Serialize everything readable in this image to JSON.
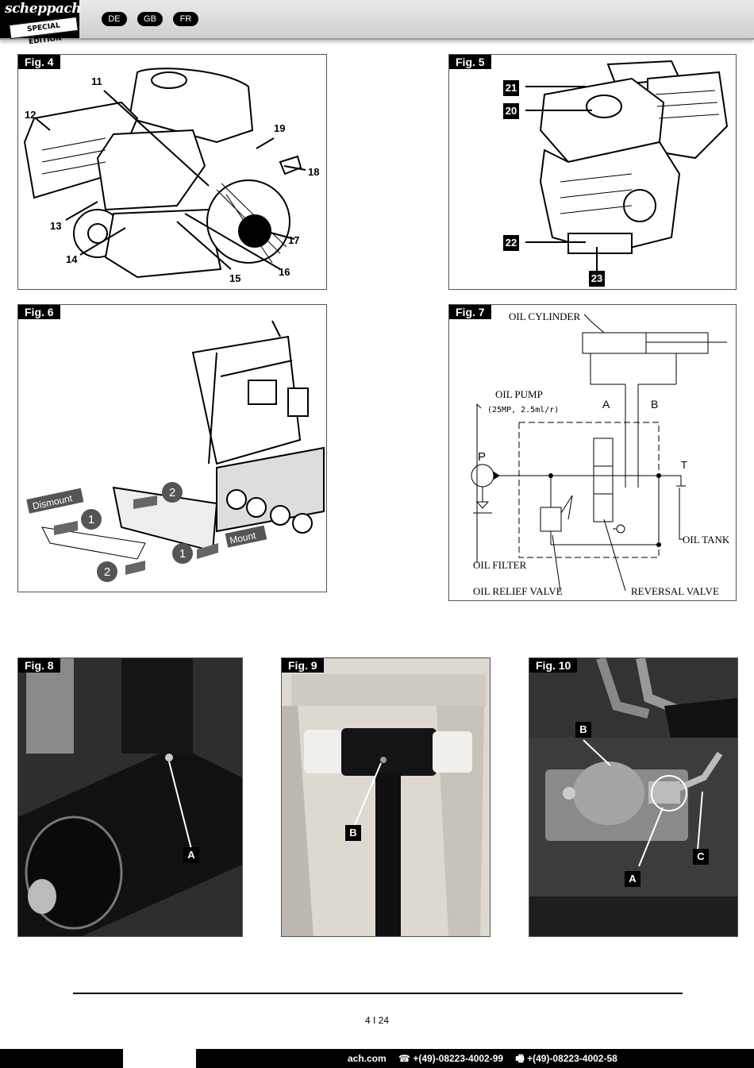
{
  "header": {
    "brand": "scheppach",
    "edition": "SPECIAL EDITION",
    "languages": [
      "DE",
      "GB",
      "FR"
    ]
  },
  "fig4": {
    "caption": "Fig. 4",
    "callouts": [
      "11",
      "12",
      "13",
      "14",
      "15",
      "16",
      "17",
      "18",
      "19"
    ]
  },
  "fig5": {
    "caption": "Fig. 5",
    "callouts": [
      "21",
      "20",
      "22",
      "23"
    ]
  },
  "fig6": {
    "caption": "Fig. 6",
    "labels": {
      "dismount": "Dismount",
      "mount": "Mount"
    },
    "steps": [
      "1",
      "2",
      "2",
      "1"
    ]
  },
  "fig7": {
    "caption": "Fig. 7",
    "oil_cylinder": "OIL CYLINDER",
    "oil_pump": "OIL PUMP",
    "pump_spec": "(25MP, 2.5ml/r)",
    "port_a": "A",
    "port_b": "B",
    "port_p": "P",
    "port_t": "T",
    "oil_tank": "OIL TANK",
    "oil_filter": "OIL FILTER",
    "oil_relief_valve": "OIL RELIEF VALVE",
    "reversal_valve": "REVERSAL VALVE"
  },
  "fig8": {
    "caption": "Fig. 8",
    "marker": "A"
  },
  "fig9": {
    "caption": "Fig. 9",
    "marker": "B"
  },
  "fig10": {
    "caption": "Fig. 10",
    "marker_b": "B",
    "marker_a": "A",
    "marker_c": "C"
  },
  "footer": {
    "page": "4 I 24",
    "web": "ach.com",
    "phone": "☎ +(49)-08223-4002-99",
    "fax": "🖷 +(49)-08223-4002-58"
  }
}
